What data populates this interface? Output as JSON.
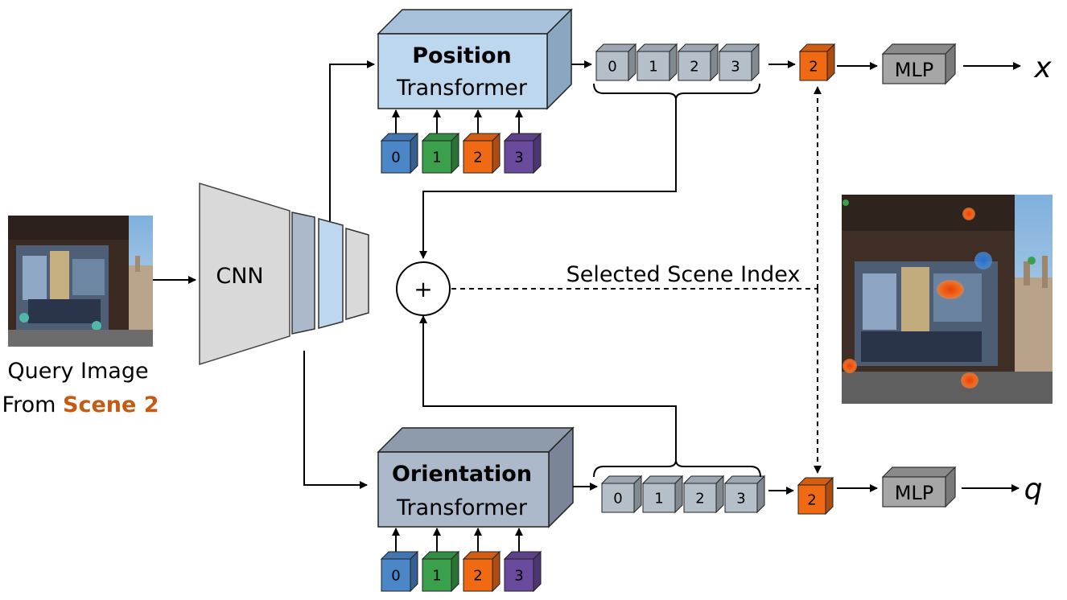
{
  "query": {
    "line1": "Query Image",
    "line2_prefix": "From ",
    "line2_scene": "Scene 2",
    "scene_color": "#c55a11"
  },
  "cnn": {
    "label": "CNN"
  },
  "position_transformer": {
    "title": "Position",
    "subtitle": "Transformer",
    "color": "#bdd7ee"
  },
  "orientation_transformer": {
    "title": "Orientation",
    "subtitle": "Transformer",
    "color": "#acb9ca"
  },
  "scene_tokens": [
    {
      "label": "0",
      "color": "#4a86c8"
    },
    {
      "label": "1",
      "color": "#3aa04b"
    },
    {
      "label": "2",
      "color": "#f06a14"
    },
    {
      "label": "3",
      "color": "#6a4a9c"
    }
  ],
  "output_tokens": [
    "0",
    "1",
    "2",
    "3"
  ],
  "output_token_color": "#b4bfca",
  "selected_token": {
    "label": "2",
    "color": "#f06a14"
  },
  "combine": {
    "symbol": "+"
  },
  "selected_scene_index": {
    "label": "Selected Scene Index"
  },
  "mlp": {
    "label": "MLP",
    "color": "#a6a6a6"
  },
  "outputs": {
    "position": "x",
    "orientation": "q"
  }
}
